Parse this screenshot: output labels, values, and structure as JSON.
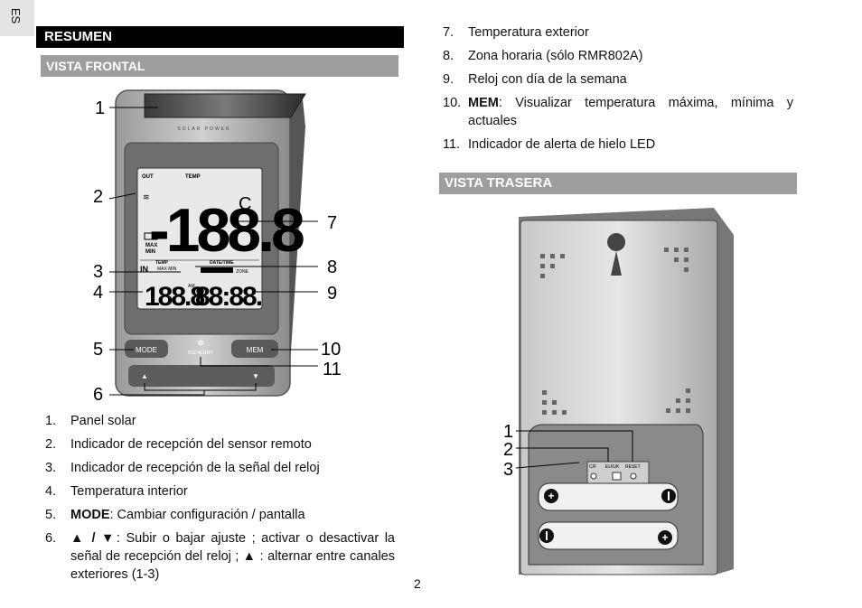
{
  "lang_tab": "ES",
  "section_title": "RESUMEN",
  "front_view_title": "VISTA FRONTAL",
  "rear_view_title": "VISTA TRASERA",
  "page_number": "2",
  "device_front": {
    "solar_label": "SOLAR POWER",
    "lcd": {
      "out": "OUT",
      "temp": "TEMP",
      "main_digits": "-188.8",
      "unit": "C",
      "max": "MAX",
      "min": "MIN",
      "temp_small": "TEMP",
      "date_time": "DATE/TIME",
      "in": "IN",
      "max_min_small": "MAX MIN",
      "indoor_digits": "188.8",
      "clock_digits": "88:88.",
      "am": "AM",
      "zone": "ZONE"
    },
    "buttons": {
      "mode": "MODE",
      "ice_alert": "ICE ALERT",
      "mem": "MEM",
      "up": "▲",
      "down": "▼"
    }
  },
  "front_callouts": [
    "1",
    "2",
    "3",
    "4",
    "5",
    "6",
    "7",
    "8",
    "9",
    "10",
    "11"
  ],
  "rear_callouts": [
    "1",
    "2",
    "3"
  ],
  "device_rear": {
    "labels": [
      "C/F",
      "EU/UK",
      "RESET"
    ]
  },
  "front_list": [
    {
      "num": "1.",
      "text": "Panel solar"
    },
    {
      "num": "2.",
      "text": "Indicador de recepción del sensor remoto"
    },
    {
      "num": "3.",
      "text": "Indicador de recepción de la señal del reloj"
    },
    {
      "num": "4.",
      "text": "Temperatura interior"
    },
    {
      "num": "5.",
      "bold": "MODE",
      "text": ": Cambiar configuración / pantalla"
    },
    {
      "num": "6.",
      "bold": "▲ / ▼",
      "text": ": Subir o bajar ajuste ; activar o desactivar la señal de recepción del reloj ; ▲ : alternar entre canales exteriores (1-3)"
    }
  ],
  "right_list": [
    {
      "num": "7.",
      "text": "Temperatura exterior"
    },
    {
      "num": "8.",
      "text": "Zona horaria (sólo RMR802A)"
    },
    {
      "num": "9.",
      "text": "Reloj con día de la semana"
    },
    {
      "num": "10.",
      "bold": "MEM",
      "text": ": Visualizar temperatura máxima, mínima y actuales"
    },
    {
      "num": "11.",
      "text": "Indicador de alerta de hielo LED"
    }
  ]
}
